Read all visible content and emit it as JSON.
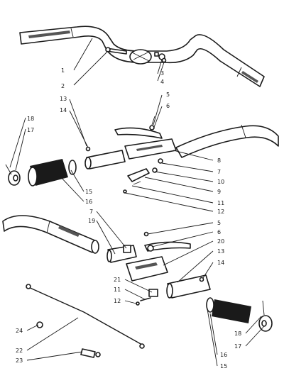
{
  "diagram": {
    "labels": [
      "1",
      "2",
      "3",
      "4",
      "13",
      "14",
      "5",
      "6",
      "18",
      "17",
      "8",
      "7",
      "10",
      "9",
      "11",
      "12",
      "15",
      "16",
      "7",
      "19",
      "5",
      "6",
      "20",
      "13",
      "14",
      "21",
      "11",
      "12",
      "18",
      "17",
      "16",
      "15",
      "24",
      "22",
      "23"
    ]
  }
}
